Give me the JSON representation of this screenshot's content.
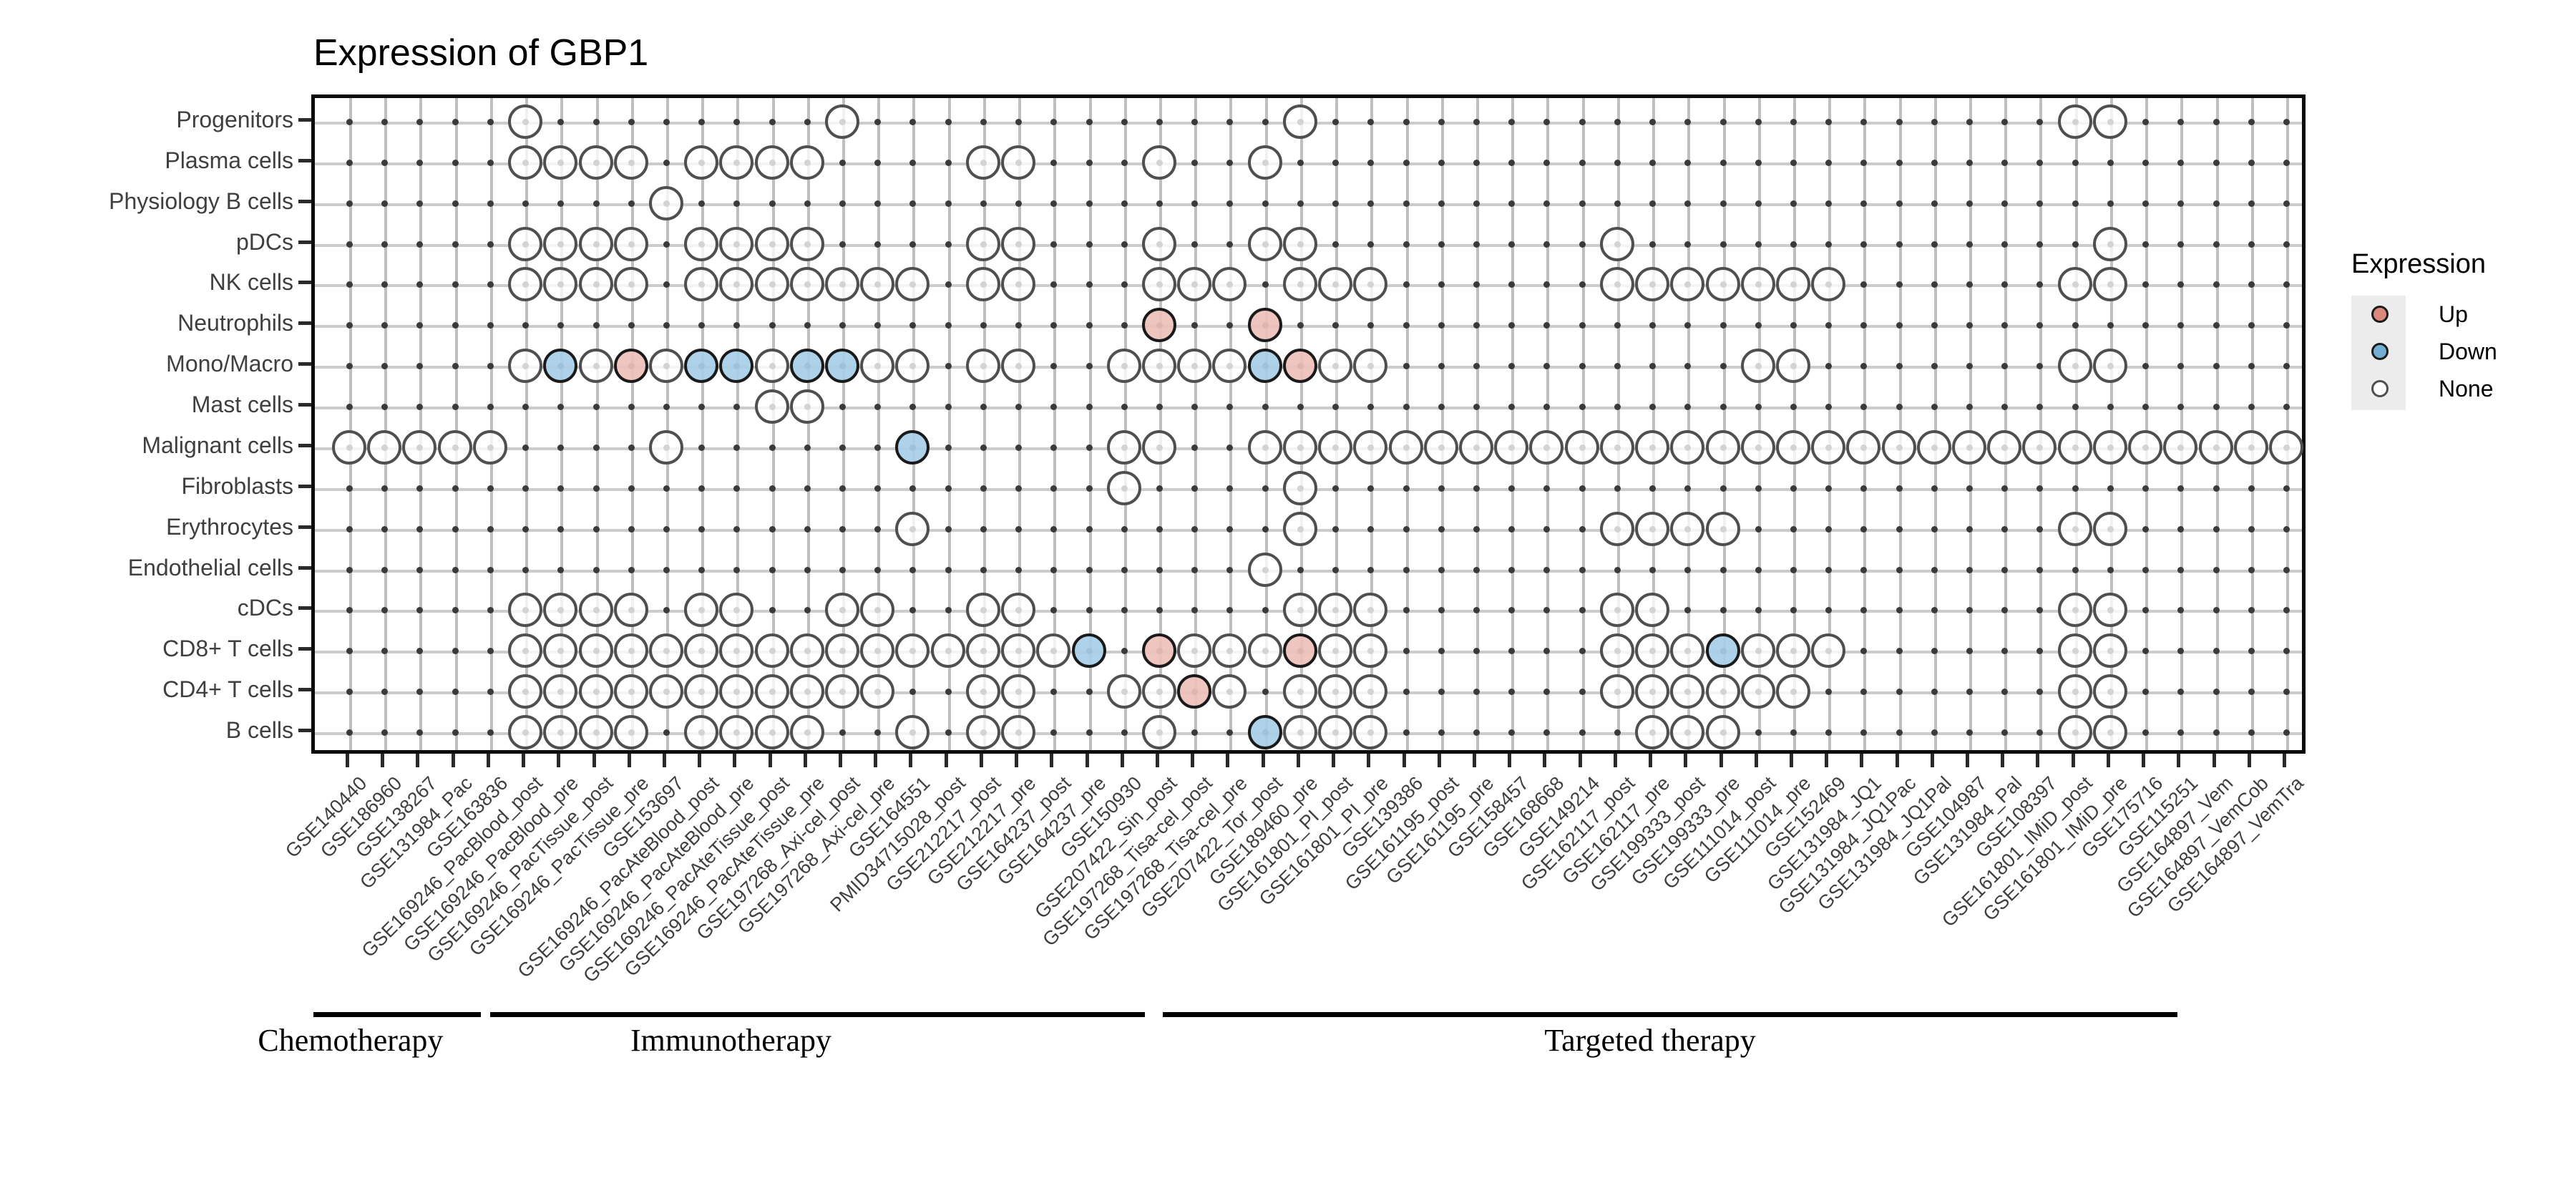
{
  "title": "Expression of GBP1",
  "legend": {
    "title": "Expression",
    "items": [
      {
        "label": "Up",
        "fill": "#D9897B",
        "stroke": "#1a1a1a"
      },
      {
        "label": "Down",
        "fill": "#74AFD3",
        "stroke": "#1a1a1a"
      },
      {
        "label": "None",
        "fill": "#FFFFFF",
        "stroke": "#4f4f4f"
      }
    ]
  },
  "chart_data": {
    "type": "heatmap",
    "mark_style": "circle-matrix",
    "title": "Expression of GBP1",
    "legend_title": "Expression",
    "legend_states": [
      "Up",
      "Down",
      "None"
    ],
    "grid": true,
    "x_categories": [
      "GSE140440",
      "GSE186960",
      "GSE138267",
      "GSE131984_Pac",
      "GSE163836",
      "GSE169246_PacBlood_post",
      "GSE169246_PacBlood_pre",
      "GSE169246_PacTissue_post",
      "GSE169246_PacTissue_pre",
      "GSE153697",
      "GSE169246_PacAteBlood_post",
      "GSE169246_PacAteBlood_pre",
      "GSE169246_PacAteTissue_post",
      "GSE169246_PacAteTissue_pre",
      "GSE197268_Axi-cel_post",
      "GSE197268_Axi-cel_pre",
      "GSE164551",
      "PMID34715028_post",
      "GSE212217_post",
      "GSE212217_pre",
      "GSE164237_post",
      "GSE164237_pre",
      "GSE150930",
      "GSE207422_Sin_post",
      "GSE197268_Tisa-cel_post",
      "GSE197268_Tisa-cel_pre",
      "GSE207422_Tor_post",
      "GSE189460_pre",
      "GSE161801_PI_post",
      "GSE161801_PI_pre",
      "GSE139386",
      "GSE161195_post",
      "GSE161195_pre",
      "GSE158457",
      "GSE168668",
      "GSE149214",
      "GSE162117_post",
      "GSE162117_pre",
      "GSE199333_post",
      "GSE199333_pre",
      "GSE111014_post",
      "GSE111014_pre",
      "GSE152469",
      "GSE131984_JQ1",
      "GSE131984_JQ1Pac",
      "GSE131984_JQ1Pal",
      "GSE104987",
      "GSE131984_Pal",
      "GSE108397",
      "GSE161801_IMiD_post",
      "GSE161801_IMiD_pre",
      "GSE175716",
      "GSE115251",
      "GSE164897_Vem",
      "GSE164897_VemCob",
      "GSE164897_VemTra"
    ],
    "y_categories": [
      "Progenitors",
      "Plasma cells",
      "Physiology B cells",
      "pDCs",
      "NK cells",
      "Neutrophils",
      "Mono/Macro",
      "Mast cells",
      "Malignant cells",
      "Fibroblasts",
      "Erythrocytes",
      "Endothelial cells",
      "cDCs",
      "CD8+ T cells",
      "CD4+ T cells",
      "B cells"
    ],
    "marks": [
      {
        "cell_type": "Progenitors",
        "none": [
          6,
          15,
          28,
          50,
          51
        ],
        "up": [],
        "down": []
      },
      {
        "cell_type": "Plasma cells",
        "none": [
          6,
          7,
          8,
          9,
          11,
          12,
          13,
          14,
          19,
          20,
          24,
          27
        ],
        "up": [],
        "down": []
      },
      {
        "cell_type": "Physiology B cells",
        "none": [
          10
        ],
        "up": [],
        "down": []
      },
      {
        "cell_type": "pDCs",
        "none": [
          6,
          7,
          8,
          9,
          11,
          12,
          13,
          14,
          19,
          20,
          24,
          27,
          28,
          37,
          51
        ],
        "up": [],
        "down": []
      },
      {
        "cell_type": "NK cells",
        "none": [
          6,
          7,
          8,
          9,
          11,
          12,
          13,
          14,
          15,
          16,
          17,
          19,
          20,
          24,
          25,
          26,
          28,
          29,
          30,
          37,
          38,
          39,
          40,
          41,
          42,
          43,
          50,
          51
        ],
        "up": [],
        "down": []
      },
      {
        "cell_type": "Neutrophils",
        "none": [],
        "up": [
          24,
          27
        ],
        "down": []
      },
      {
        "cell_type": "Mono/Macro",
        "none": [
          6,
          8,
          10,
          13,
          16,
          17,
          19,
          20,
          23,
          24,
          25,
          26,
          29,
          30,
          41,
          42,
          50,
          51
        ],
        "up": [
          9,
          28
        ],
        "down": [
          7,
          11,
          12,
          14,
          15,
          27
        ]
      },
      {
        "cell_type": "Mast cells",
        "none": [
          13,
          14
        ],
        "up": [],
        "down": []
      },
      {
        "cell_type": "Malignant cells",
        "none": [
          1,
          2,
          3,
          4,
          5,
          10,
          23,
          24,
          27,
          28,
          29,
          30,
          31,
          32,
          33,
          34,
          35,
          36,
          37,
          38,
          39,
          40,
          41,
          42,
          43,
          44,
          45,
          46,
          47,
          48,
          49,
          50,
          51,
          52,
          53,
          54,
          55,
          56
        ],
        "up": [],
        "down": [
          17
        ]
      },
      {
        "cell_type": "Fibroblasts",
        "none": [
          23,
          28
        ],
        "up": [],
        "down": []
      },
      {
        "cell_type": "Erythrocytes",
        "none": [
          17,
          28,
          37,
          38,
          39,
          40,
          50,
          51
        ],
        "up": [],
        "down": []
      },
      {
        "cell_type": "Endothelial cells",
        "none": [
          27
        ],
        "up": [],
        "down": []
      },
      {
        "cell_type": "cDCs",
        "none": [
          6,
          7,
          8,
          9,
          11,
          12,
          15,
          16,
          19,
          20,
          28,
          29,
          30,
          37,
          38,
          50,
          51
        ],
        "up": [],
        "down": []
      },
      {
        "cell_type": "CD8+ T cells",
        "none": [
          6,
          7,
          8,
          9,
          10,
          11,
          12,
          13,
          14,
          15,
          16,
          17,
          18,
          19,
          20,
          21,
          25,
          26,
          27,
          29,
          30,
          37,
          38,
          39,
          41,
          42,
          43,
          50,
          51
        ],
        "up": [
          24,
          28
        ],
        "down": [
          22,
          40
        ]
      },
      {
        "cell_type": "CD4+ T cells",
        "none": [
          6,
          7,
          8,
          9,
          10,
          11,
          12,
          13,
          14,
          15,
          16,
          19,
          20,
          23,
          24,
          26,
          28,
          29,
          30,
          37,
          38,
          39,
          40,
          41,
          42,
          50,
          51
        ],
        "up": [
          25
        ],
        "down": []
      },
      {
        "cell_type": "B cells",
        "none": [
          6,
          7,
          8,
          9,
          11,
          12,
          13,
          14,
          17,
          19,
          20,
          24,
          28,
          29,
          30,
          38,
          39,
          40,
          50,
          51
        ],
        "up": [],
        "down": [
          27
        ]
      }
    ],
    "therapy_groups": [
      {
        "label": "Chemotherapy",
        "from_col": 0.05,
        "to_col": 4.8,
        "label_at_col": 1.1
      },
      {
        "label": "Immunotherapy",
        "from_col": 5.06,
        "to_col": 23.65,
        "label_at_col": 11.9
      },
      {
        "label": "Targeted therapy",
        "from_col": 24.16,
        "to_col": 52.97,
        "label_at_col": 38.0
      }
    ]
  },
  "colors": {
    "up_fill": "#EEC1BA",
    "down_fill": "#A6CEE7",
    "none_fill": "#FFFFFF",
    "none_stroke": "#4F4F4F",
    "marked_stroke": "#1A1A1A",
    "grid_v": "#BFBFBF",
    "grid_h": "#CCCCCC",
    "grid_dot": "#3A3A3A",
    "axis_text": "#3F3F3F",
    "panel_border": "#0A0A0A"
  }
}
